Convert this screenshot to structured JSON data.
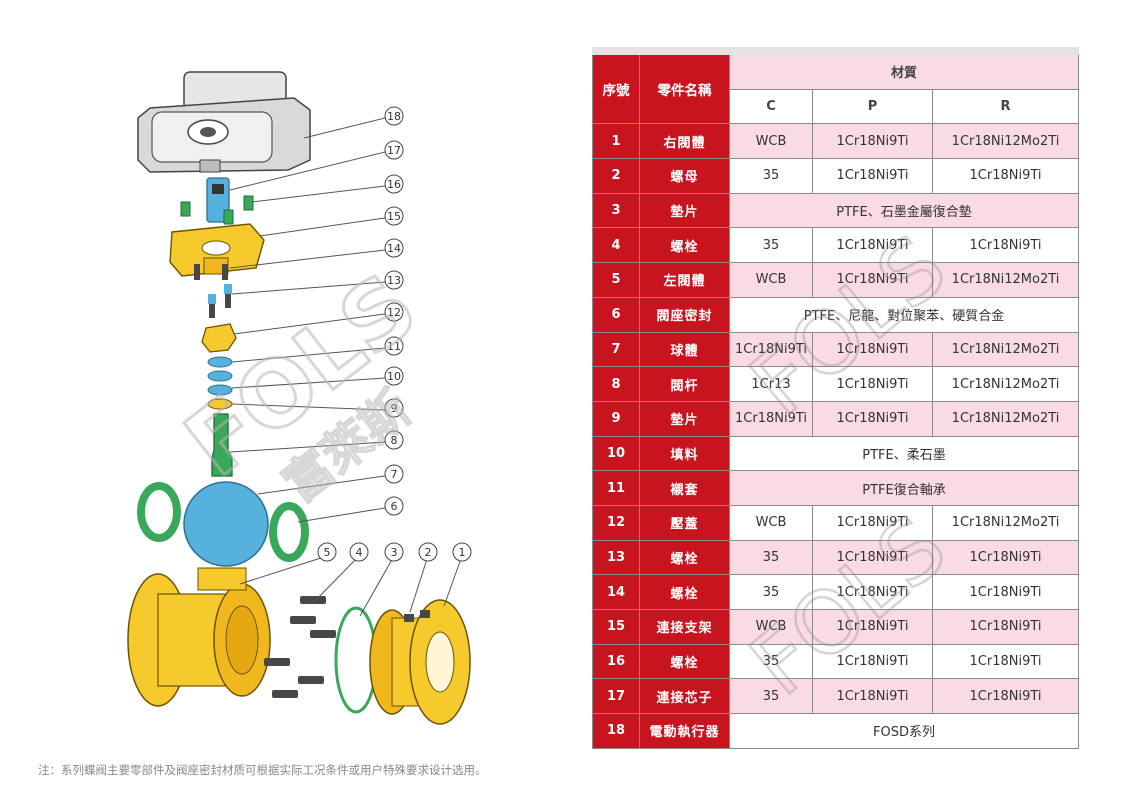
{
  "table": {
    "headers": {
      "no": "序號",
      "name": "零件名稱",
      "material": "材質",
      "c": "C",
      "p": "P",
      "r": "R"
    },
    "rows": [
      {
        "no": "1",
        "name": "右閥體",
        "c": "WCB",
        "p": "1Cr18Ni9Ti",
        "r": "1Cr18Ni12Mo2Ti",
        "span": false,
        "shade": "pink"
      },
      {
        "no": "2",
        "name": "螺母",
        "c": "35",
        "p": "1Cr18Ni9Ti",
        "r": "1Cr18Ni9Ti",
        "span": false,
        "shade": "white"
      },
      {
        "no": "3",
        "name": "墊片",
        "c": "PTFE、石墨金屬復合墊",
        "span": true,
        "shade": "pink"
      },
      {
        "no": "4",
        "name": "螺栓",
        "c": "35",
        "p": "1Cr18Ni9Ti",
        "r": "1Cr18Ni9Ti",
        "span": false,
        "shade": "white"
      },
      {
        "no": "5",
        "name": "左閥體",
        "c": "WCB",
        "p": "1Cr18Ni9Ti",
        "r": "1Cr18Ni12Mo2Ti",
        "span": false,
        "shade": "pink"
      },
      {
        "no": "6",
        "name": "閥座密封",
        "c": "PTFE、尼龍、對位聚苯、硬質合金",
        "span": true,
        "shade": "white"
      },
      {
        "no": "7",
        "name": "球體",
        "c": "1Cr18Ni9Ti",
        "p": "1Cr18Ni9Ti",
        "r": "1Cr18Ni12Mo2Ti",
        "span": false,
        "shade": "pink"
      },
      {
        "no": "8",
        "name": "閥杆",
        "c": "1Cr13",
        "p": "1Cr18Ni9Ti",
        "r": "1Cr18Ni12Mo2Ti",
        "span": false,
        "shade": "white"
      },
      {
        "no": "9",
        "name": "墊片",
        "c": "1Cr18Ni9Ti",
        "p": "1Cr18Ni9Ti",
        "r": "1Cr18Ni12Mo2Ti",
        "span": false,
        "shade": "pink"
      },
      {
        "no": "10",
        "name": "填料",
        "c": "PTFE、柔石墨",
        "span": true,
        "shade": "white"
      },
      {
        "no": "11",
        "name": "襯套",
        "c": "PTFE復合軸承",
        "span": true,
        "shade": "pink"
      },
      {
        "no": "12",
        "name": "壓蓋",
        "c": "WCB",
        "p": "1Cr18Ni9Ti",
        "r": "1Cr18Ni12Mo2Ti",
        "span": false,
        "shade": "white"
      },
      {
        "no": "13",
        "name": "螺栓",
        "c": "35",
        "p": "1Cr18Ni9Ti",
        "r": "1Cr18Ni9Ti",
        "span": false,
        "shade": "pink"
      },
      {
        "no": "14",
        "name": "螺栓",
        "c": "35",
        "p": "1Cr18Ni9Ti",
        "r": "1Cr18Ni9Ti",
        "span": false,
        "shade": "white"
      },
      {
        "no": "15",
        "name": "連接支架",
        "c": "WCB",
        "p": "1Cr18Ni9Ti",
        "r": "1Cr18Ni9Ti",
        "span": false,
        "shade": "pink"
      },
      {
        "no": "16",
        "name": "螺栓",
        "c": "35",
        "p": "1Cr18Ni9Ti",
        "r": "1Cr18Ni9Ti",
        "span": false,
        "shade": "white"
      },
      {
        "no": "17",
        "name": "連接芯子",
        "c": "35",
        "p": "1Cr18Ni9Ti",
        "r": "1Cr18Ni9Ti",
        "span": false,
        "shade": "pink"
      },
      {
        "no": "18",
        "name": "電動執行器",
        "c": "FOSD系列",
        "span": true,
        "shade": "white"
      }
    ]
  },
  "diagram": {
    "callouts": [
      "18",
      "17",
      "16",
      "15",
      "14",
      "13",
      "12",
      "11",
      "10",
      "9",
      "8",
      "7",
      "6",
      "5",
      "4",
      "3",
      "2",
      "1"
    ],
    "colors": {
      "actuator": "#d9d9d9",
      "yellow": "#f6c92c",
      "blue": "#56b2dc",
      "green": "#3aa85a",
      "dark": "#474747"
    }
  },
  "watermark": {
    "logo": "FOLS",
    "text": "富萊斯"
  },
  "footnote": "注：系列蝶阀主要零部件及阀座密封材质可根据实际工况条件或用户特殊要求设计选用。"
}
